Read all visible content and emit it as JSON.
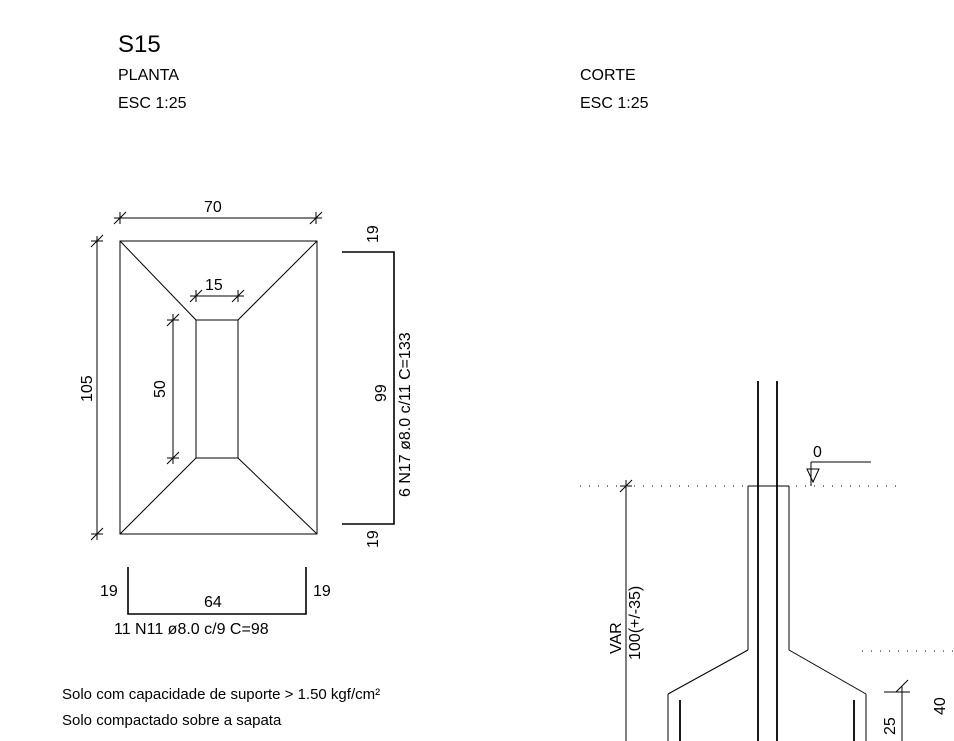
{
  "title": "S15",
  "plan": {
    "view_label": "PLANTA",
    "scale_label": "ESC 1:25",
    "dim_width": "70",
    "dim_height": "105",
    "dim_column_width": "15",
    "dim_column_height": "50",
    "rebar_vertical": {
      "top_leg": "19",
      "length": "99",
      "bottom_leg": "19",
      "spec": "6 N17 ø8.0 c/11  C=133"
    },
    "rebar_horizontal": {
      "left_leg": "19",
      "length": "64",
      "right_leg": "19",
      "spec": "11 N11 ø8.0 c/9  C=98"
    }
  },
  "section": {
    "view_label": "CORTE",
    "scale_label": "ESC 1:25",
    "level_zero": "0",
    "depth_var": "VAR",
    "depth_value": "100(+/-35)",
    "base_height": "25",
    "total_height": "40"
  },
  "notes": [
    "Solo com capacidade de suporte > 1.50 kgf/cm²",
    "Solo compactado sobre a sapata"
  ]
}
